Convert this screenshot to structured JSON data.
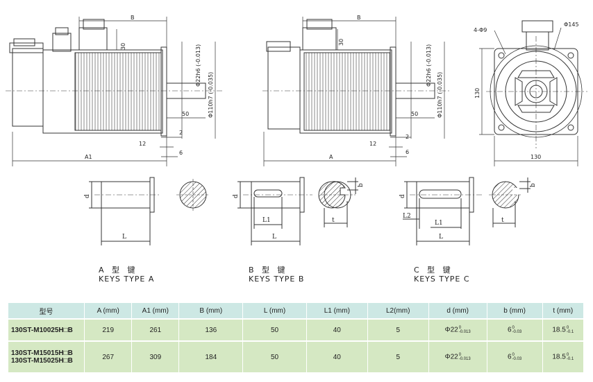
{
  "drawing": {
    "dims_view1": {
      "b": "B",
      "h30": "30",
      "d22": "Φ22h6 (-0.013)",
      "d110": "Φ110h7 (-0.035)",
      "l50": "50",
      "l2": "2",
      "l12": "12",
      "l6": "6",
      "a1": "A1"
    },
    "dims_view2": {
      "b": "B",
      "h30": "30",
      "d22": "Φ22h6 (-0.013)",
      "d110": "Φ110h7 (-0.035)",
      "l50": "50",
      "l2": "2",
      "l12": "12",
      "l6": "6",
      "a": "A"
    },
    "dims_view3": {
      "holes": "4-Φ9",
      "pcd": "Φ145",
      "h130": "130",
      "w130": "130"
    },
    "keys": {
      "d": "d",
      "l": "L",
      "l1": "L1",
      "l2": "L2",
      "b": "b",
      "t": "t"
    }
  },
  "captions": [
    {
      "zh": "A 型 键",
      "en": "KEYS TYPE A"
    },
    {
      "zh": "B 型 键",
      "en": "KEYS TYPE B"
    },
    {
      "zh": "C 型 键",
      "en": "KEYS TYPE C"
    }
  ],
  "table": {
    "headers": [
      "型号",
      "A (mm)",
      "A1 (mm)",
      "B (mm)",
      "L (mm)",
      "L1 (mm)",
      "L2(mm)",
      "d (mm)",
      "b (mm)",
      "t (mm)"
    ],
    "rows": [
      {
        "models": [
          "130ST-M10025H□B"
        ],
        "a": "219",
        "a1": "261",
        "b": "136",
        "l": "50",
        "l1": "40",
        "l2": "5",
        "d_base": "Φ22",
        "d_up": "0",
        "d_low": "-0.013",
        "b_base": "6",
        "b_up": "0",
        "b_low": "-0.03",
        "t_base": "18.5",
        "t_up": "0",
        "t_low": "-0.1"
      },
      {
        "models": [
          "130ST-M15015H□B",
          "130ST-M15025H□B"
        ],
        "a": "267",
        "a1": "309",
        "b": "184",
        "l": "50",
        "l1": "40",
        "l2": "5",
        "d_base": "Φ22",
        "d_up": "0",
        "d_low": "-0.013",
        "b_base": "6",
        "b_up": "0",
        "b_low": "-0.03",
        "t_base": "18.5",
        "t_up": "0",
        "t_low": "-0.1"
      }
    ]
  }
}
